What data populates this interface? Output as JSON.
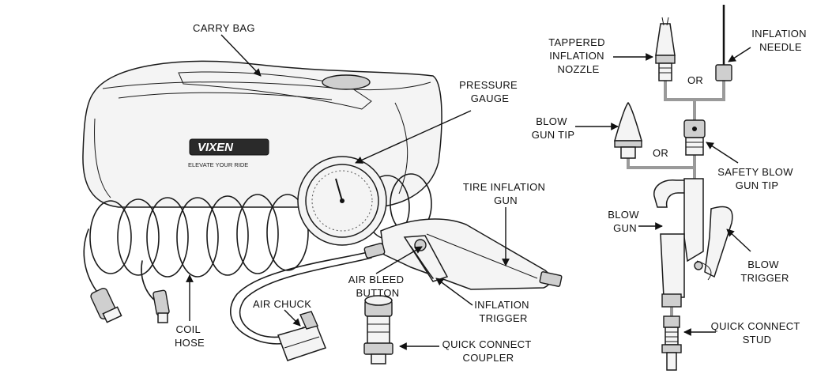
{
  "brand": {
    "logo_text": "VIXEN",
    "tagline": "ELEVATE YOUR RIDE"
  },
  "labels": {
    "carry_bag": [
      "CARRY BAG"
    ],
    "pressure_gauge": [
      "PRESSURE",
      "GAUGE"
    ],
    "tire_inflation_gun": [
      "TIRE INFLATION",
      "GUN"
    ],
    "air_bleed_button": [
      "AIR BLEED",
      "BUTTON"
    ],
    "inflation_trigger": [
      "INFLATION",
      "TRIGGER"
    ],
    "air_chuck": [
      "AIR CHUCK"
    ],
    "coil_hose": [
      "COIL",
      "HOSE"
    ],
    "quick_connect_coupler": [
      "QUICK CONNECT",
      "COUPLER"
    ],
    "tappered_inflation_nozzle": [
      "TAPPERED",
      "INFLATION",
      "NOZZLE"
    ],
    "inflation_needle": [
      "INFLATION",
      "NEEDLE"
    ],
    "or_top": "OR",
    "blow_gun_tip": [
      "BLOW",
      "GUN TIP"
    ],
    "or_middle": "OR",
    "safety_blow_gun_tip": [
      "SAFETY BLOW",
      "GUN TIP"
    ],
    "blow_gun": [
      "BLOW",
      "GUN"
    ],
    "blow_trigger": [
      "BLOW",
      "TRIGGER"
    ],
    "quick_connect_stud": [
      "QUICK CONNECT",
      "STUD"
    ]
  },
  "colors": {
    "ink": "#1a1a1a",
    "connector_line": "#9a9a9a",
    "background": "#ffffff"
  }
}
